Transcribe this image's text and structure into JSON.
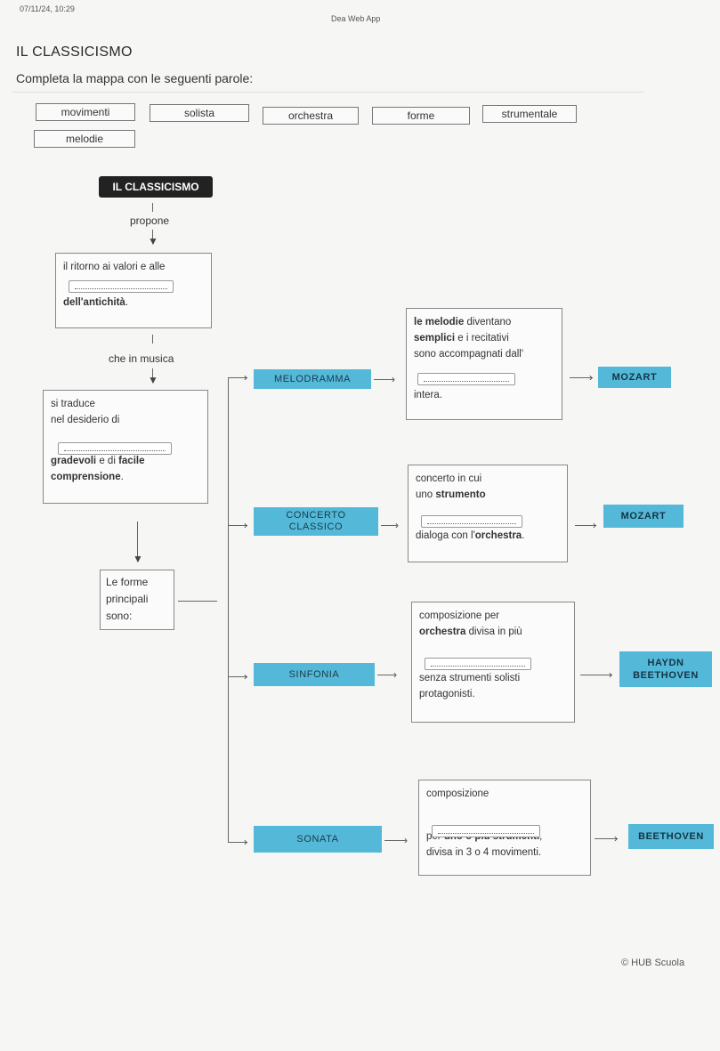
{
  "header": {
    "timestamp": "07/11/24, 10:29",
    "app_name": "Dea Web App"
  },
  "title": "IL CLASSICISMO",
  "instructions": "Completa la mappa con le seguenti parole:",
  "word_bank": [
    "movimenti",
    "solista",
    "orchestra",
    "forme",
    "strumentale",
    "melodie"
  ],
  "map": {
    "root": "IL CLASSICISMO",
    "propone": "propone",
    "box1": {
      "line1": "il ritorno ai valori e alle",
      "line3_bold": "dell'antichità",
      "line3_end": "."
    },
    "che_in_musica": "che in musica",
    "box2": {
      "line1": "si traduce",
      "line2": "nel desiderio di",
      "bold1": "gradevoli",
      "mid": " e di ",
      "bold2": "facile",
      "bold3": "comprensione",
      "end": "."
    },
    "le_forme": {
      "line1": "Le forme",
      "line2": "principali",
      "line3": "sono:"
    },
    "forms": [
      {
        "label": "MELODRAMMA",
        "desc": {
          "l1_bold": "le melodie",
          "l1_end": " diventano",
          "l2_bold": "semplici",
          "l2_end": " e i recitativi",
          "l3": "sono accompagnati dall'",
          "l5": "intera."
        },
        "composers": [
          "MOZART"
        ]
      },
      {
        "label_line1": "CONCERTO",
        "label_line2": "CLASSICO",
        "desc": {
          "l1": "concerto in cui",
          "l2_start": "uno ",
          "l2_bold": "strumento",
          "l4_start": "dialoga con l'",
          "l4_bold": "orchestra",
          "l4_end": "."
        },
        "composers": [
          "MOZART"
        ]
      },
      {
        "label": "SINFONIA",
        "desc": {
          "l1": "composizione per",
          "l2_bold": "orchestra",
          "l2_end": " divisa in più",
          "l4": "senza strumenti solisti",
          "l5": "protagonisti."
        },
        "composers": [
          "HAYDN",
          "BEETHOVEN"
        ]
      },
      {
        "label": "SONATA",
        "desc": {
          "l1": "composizione",
          "l3_start": "per ",
          "l3_bold": "uno o più strumenti",
          "l3_end": ",",
          "l4": "divisa in 3 o 4 movimenti."
        },
        "composers": [
          "BEETHOVEN"
        ]
      }
    ]
  },
  "footer": "© HUB Scuola",
  "colors": {
    "accent": "#54b9d8",
    "root_bg": "#222222",
    "page_bg": "#f6f6f4"
  }
}
